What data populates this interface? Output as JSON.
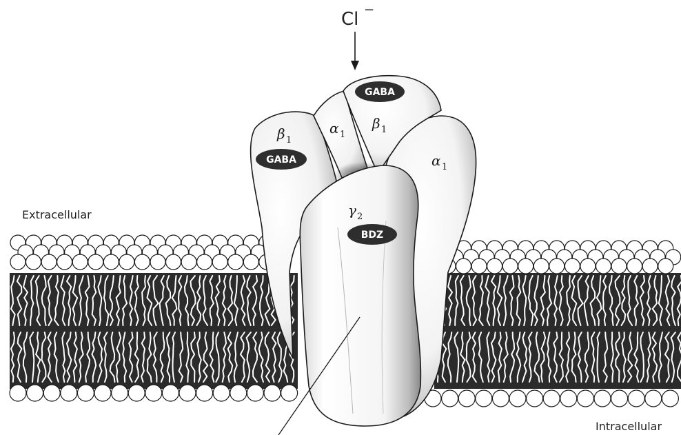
{
  "diagram": {
    "ion_label": "Cl",
    "ion_charge": "−",
    "region_labels": {
      "extracellular": "Extracellular",
      "intracellular": "Intracellular"
    },
    "subunits": [
      {
        "greek": "β",
        "index": "1"
      },
      {
        "greek": "α",
        "index": "1"
      },
      {
        "greek": "β",
        "index": "1"
      },
      {
        "greek": "α",
        "index": "1"
      },
      {
        "greek": "γ",
        "index": "2"
      }
    ],
    "binding_sites": [
      "GABA",
      "GABA",
      "BDZ"
    ],
    "colors": {
      "membrane_core": "#2b2b2b",
      "lipid_tail": "#ffffff",
      "lipid_head_fill": "#ffffff",
      "outline": "#1a1a1a",
      "badge": "#2e2e2e"
    }
  }
}
